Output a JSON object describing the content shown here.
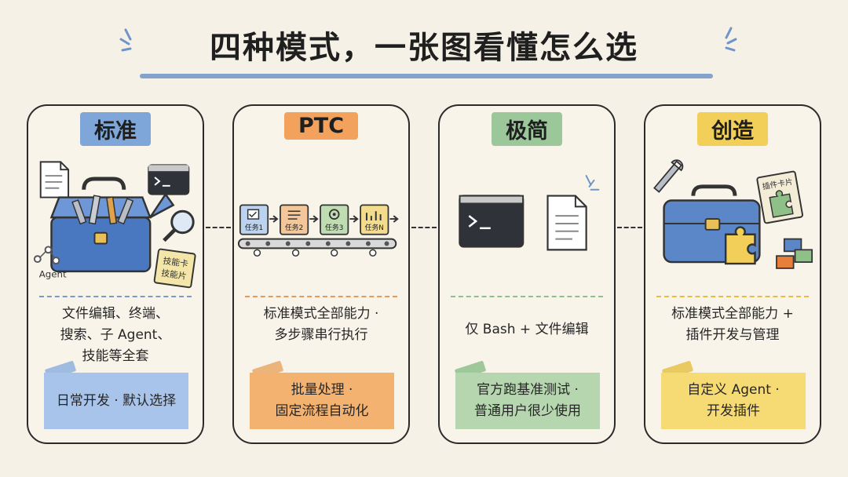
{
  "title": "四种模式，一张图看懂怎么选",
  "colors": {
    "background": "#f6f1e6",
    "blue": "#7ea6d9",
    "orange": "#f2a25c",
    "green": "#9cc79a",
    "yellow": "#f2cf59"
  },
  "cards": [
    {
      "name": "标准",
      "description": "文件编辑、终端、\n搜索、子 Agent、\n技能等全套",
      "note": "日常开发 · 默认选择",
      "illustration_labels": {
        "agent": "Agent",
        "skill_card": "技能卡\n技能片"
      }
    },
    {
      "name": "PTC",
      "description": "标准模式全部能力 ·\n多步骤串行执行",
      "note": "批量处理 ·\n固定流程自动化",
      "tasks": [
        "任务1",
        "任务2",
        "任务3",
        "任务N"
      ]
    },
    {
      "name": "极简",
      "description": "仅 Bash + 文件编辑",
      "note": "官方跑基准测试 ·\n普通用户很少使用"
    },
    {
      "name": "创造",
      "description": "标准模式全部能力 +\n插件开发与管理",
      "note": "自定义 Agent ·\n开发插件",
      "illustration_labels": {
        "plugin_card": "插件卡片"
      }
    }
  ]
}
